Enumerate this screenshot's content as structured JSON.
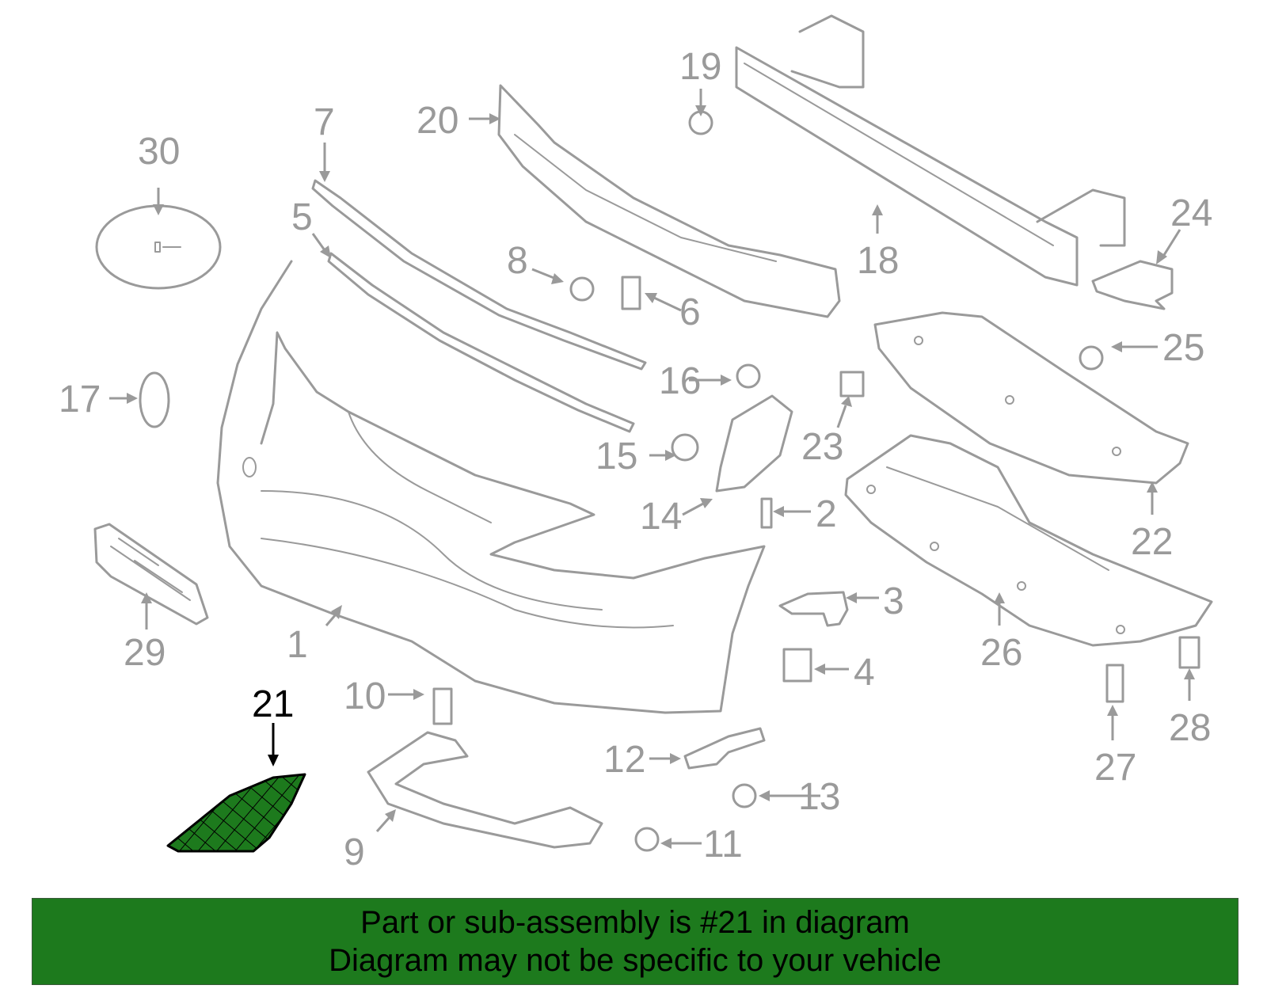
{
  "diagram": {
    "highlight_color": "#1d7a1d",
    "line_color": "#9a9a9a",
    "highlighted_part": "21",
    "callouts": [
      "1",
      "2",
      "3",
      "4",
      "5",
      "6",
      "7",
      "8",
      "9",
      "10",
      "11",
      "12",
      "13",
      "14",
      "15",
      "16",
      "17",
      "18",
      "19",
      "20",
      "21",
      "22",
      "23",
      "24",
      "25",
      "26",
      "27",
      "28",
      "29",
      "30"
    ]
  },
  "banner": {
    "line1": "Part or sub-assembly is #21 in diagram",
    "line2": "Diagram may not be specific to your vehicle",
    "background": "#1d7a1d"
  }
}
